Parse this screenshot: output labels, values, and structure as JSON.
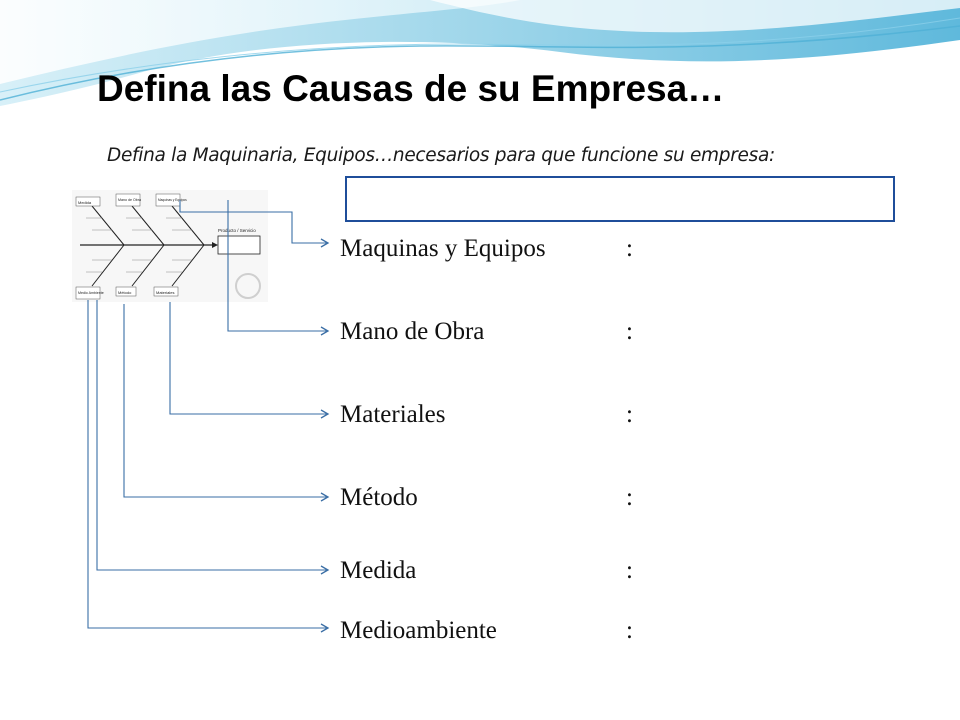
{
  "slide": {
    "title": "Defina las Causas de su Empresa…",
    "subtitle": "Defina la Maquinaria, Equipos…necesarios para que funcione su empresa:"
  },
  "colors": {
    "accent_blue": "#1f4e9a",
    "wave_light": "#bfe6f3",
    "wave_mid": "#7cc7e4",
    "connector": "#3a6ea5"
  },
  "causes": [
    {
      "label": "Maquinas y Equipos",
      "colon": ":"
    },
    {
      "label": "Mano de Obra",
      "colon": ":"
    },
    {
      "label": "Materiales",
      "colon": ":"
    },
    {
      "label": "Método",
      "colon": ":"
    },
    {
      "label": "Medida",
      "colon": ":"
    },
    {
      "label": "Medioambiente",
      "colon": ":"
    }
  ],
  "fishbone": {
    "top_labels": [
      "Medida",
      "Mano de Obra",
      "Maquinas y Equipos"
    ],
    "bottom_labels": [
      "Medio Ambiente",
      "Método",
      "Materiales"
    ],
    "effect_label": "Producto / Servicio"
  }
}
